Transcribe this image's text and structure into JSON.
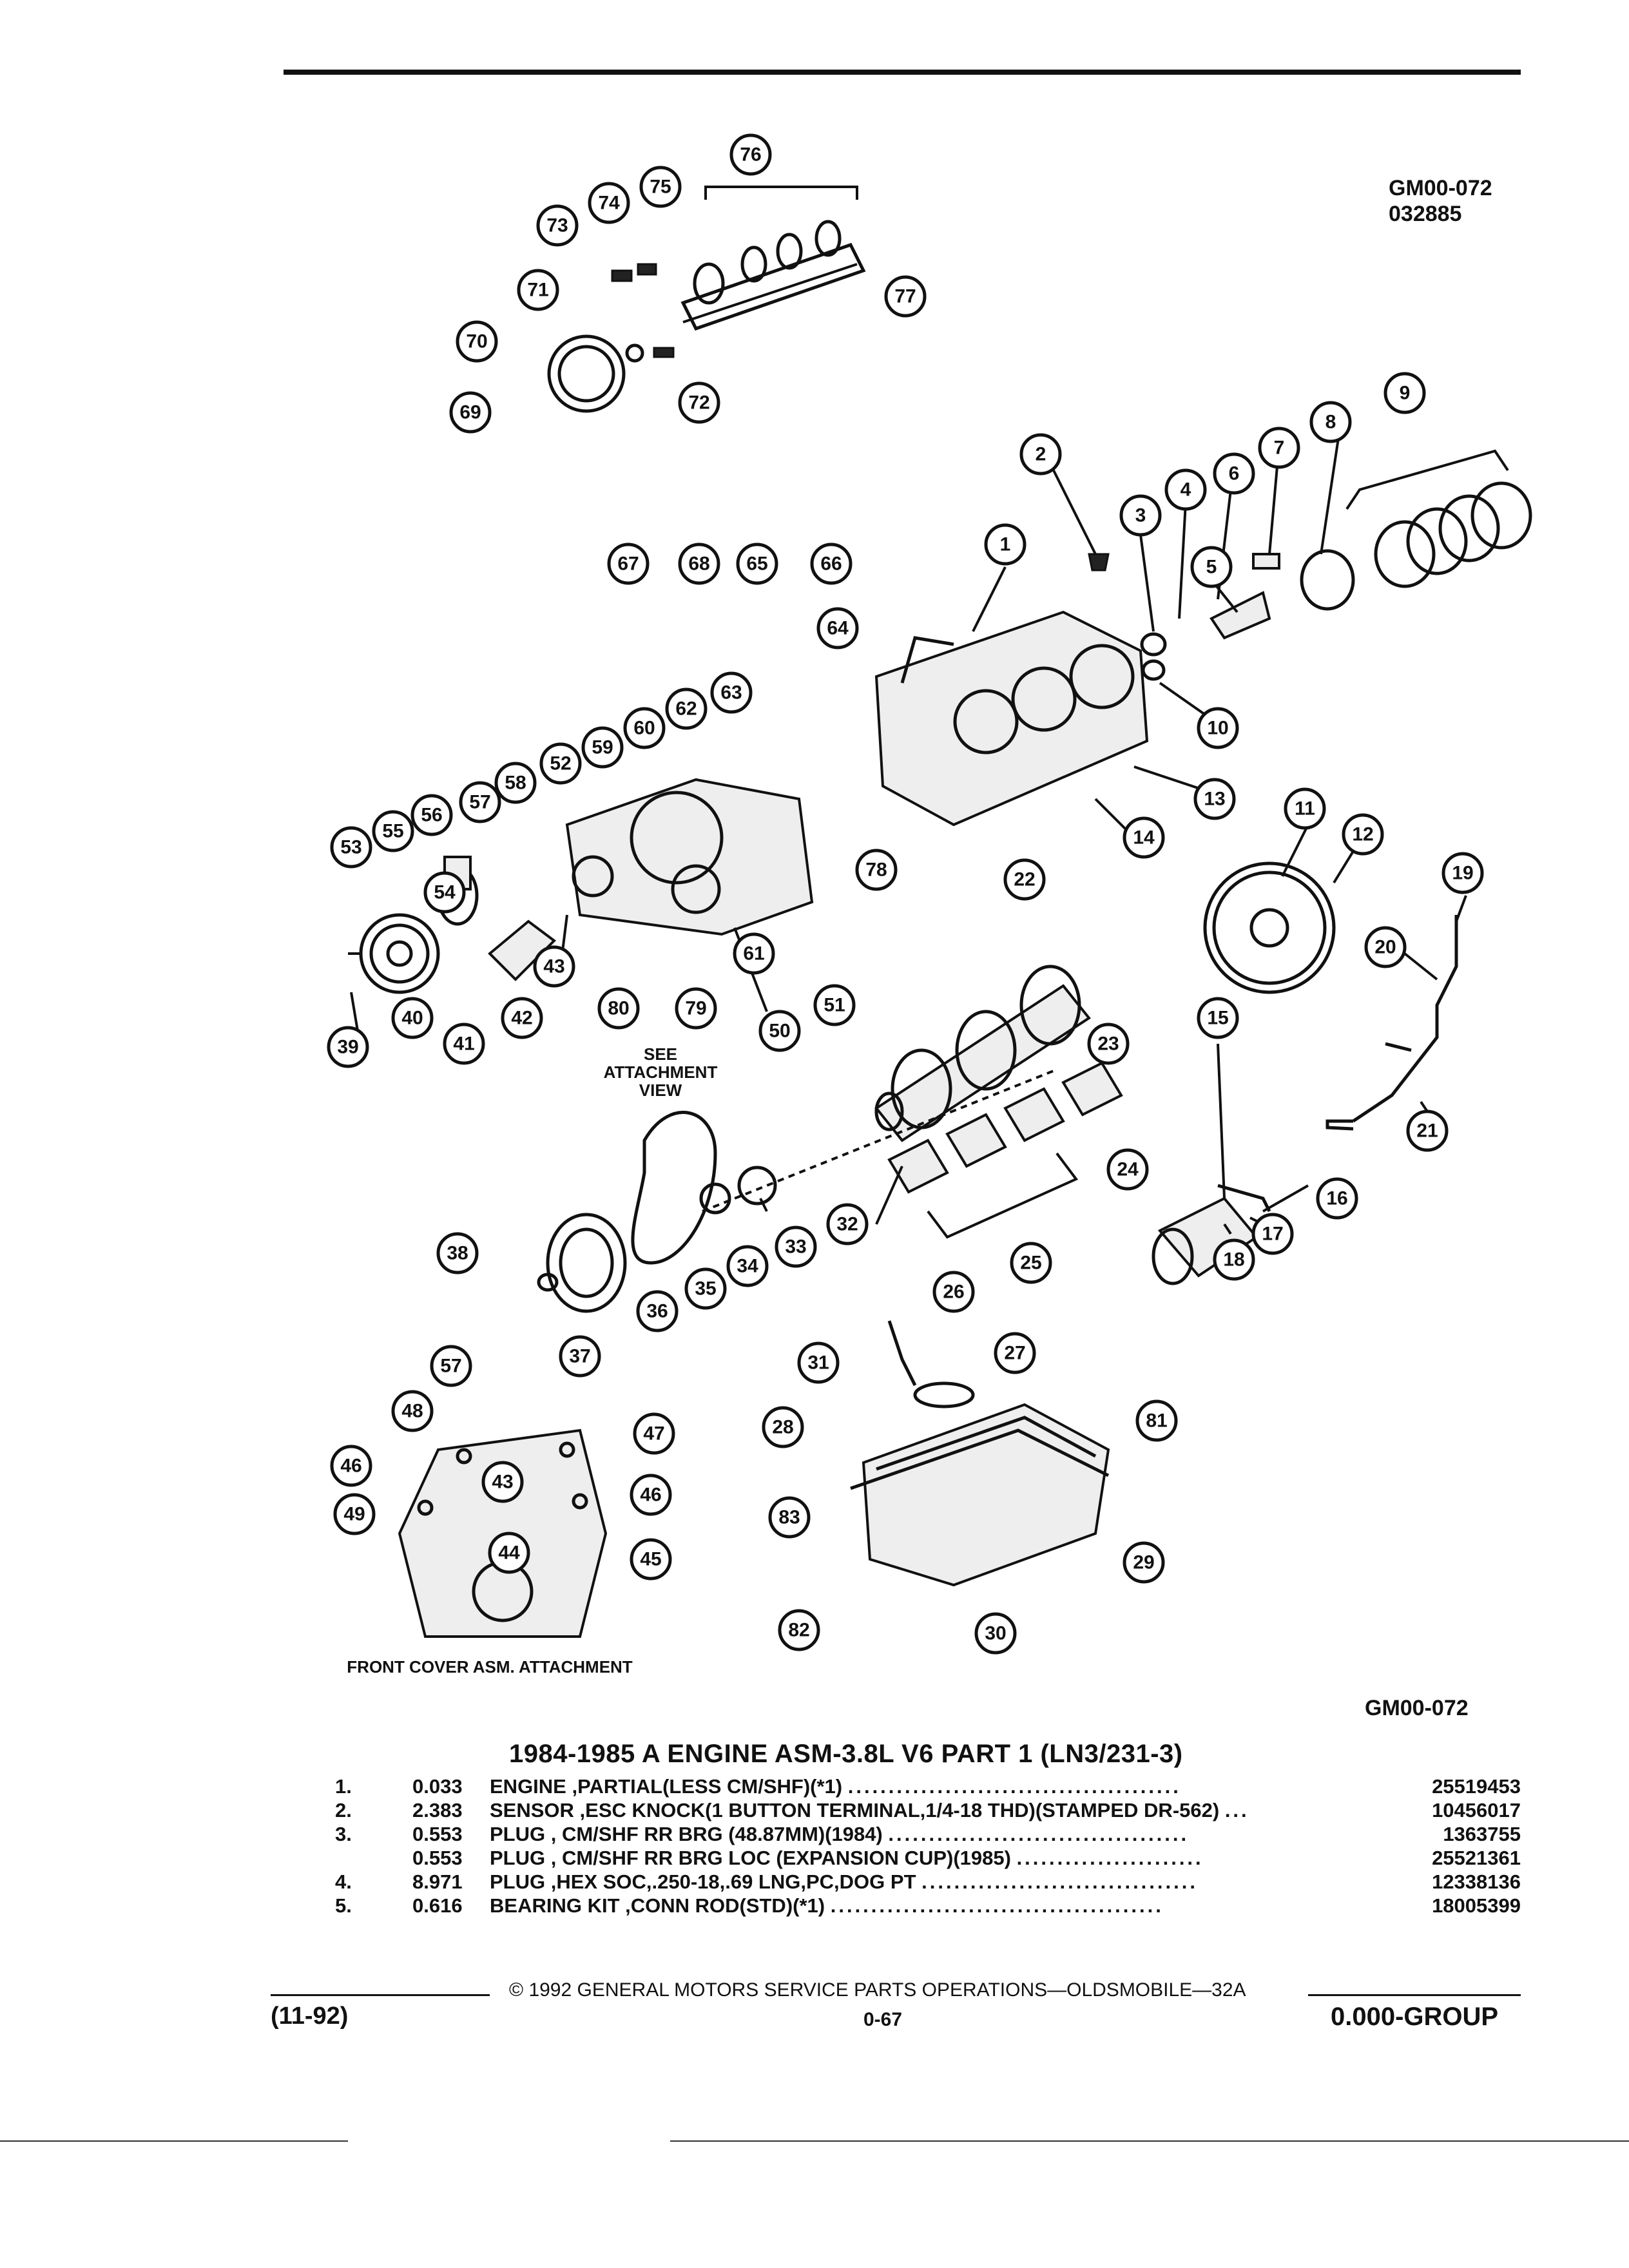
{
  "header": {
    "ref_code": "GM00-072",
    "date_code": "032885"
  },
  "diagram": {
    "see_attachment_label": "SEE ATTACHMENT VIEW",
    "front_cover_label": "FRONT COVER ASM. ATTACHMENT",
    "callouts": [
      "1",
      "2",
      "3",
      "4",
      "5",
      "6",
      "7",
      "8",
      "9",
      "10",
      "11",
      "12",
      "13",
      "14",
      "15",
      "16",
      "17",
      "18",
      "19",
      "20",
      "21",
      "22",
      "23",
      "24",
      "25",
      "26",
      "27",
      "28",
      "29",
      "30",
      "31",
      "32",
      "33",
      "34",
      "35",
      "36",
      "37",
      "38",
      "39",
      "40",
      "41",
      "42",
      "43",
      "44",
      "45",
      "46",
      "47",
      "48",
      "49",
      "50",
      "51",
      "52",
      "53",
      "54",
      "55",
      "56",
      "57",
      "58",
      "59",
      "60",
      "61",
      "62",
      "63",
      "64",
      "65",
      "66",
      "67",
      "68",
      "69",
      "70",
      "71",
      "72",
      "73",
      "74",
      "75",
      "76",
      "77",
      "78",
      "79",
      "80",
      "81",
      "82",
      "83"
    ]
  },
  "bottom_ref": "GM00-072",
  "table": {
    "title": "1984-1985 A ENGINE ASM-3.8L V6 PART 1 (LN3/231-3)",
    "rows": [
      {
        "item": "1.",
        "qty": "0.033",
        "desc": "ENGINE ,PARTIAL(LESS CM/SHF)(*1)",
        "part": "25519453"
      },
      {
        "item": "2.",
        "qty": "2.383",
        "desc": "SENSOR ,ESC KNOCK(1 BUTTON TERMINAL,1/4-18 THD)(STAMPED DR-562)",
        "part": "10456017"
      },
      {
        "item": "3.",
        "qty": "0.553",
        "desc": "PLUG , CM/SHF RR BRG (48.87MM)(1984)",
        "part": "1363755"
      },
      {
        "item": "",
        "qty": "0.553",
        "desc": "PLUG , CM/SHF RR BRG LOC (EXPANSION CUP)(1985)",
        "part": "25521361"
      },
      {
        "item": "4.",
        "qty": "8.971",
        "desc": "PLUG ,HEX SOC,.250-18,.69 LNG,PC,DOG PT",
        "part": "12338136"
      },
      {
        "item": "5.",
        "qty": "0.616",
        "desc": "BEARING KIT ,CONN ROD(STD)(*1)",
        "part": "18005399"
      }
    ]
  },
  "footer": {
    "copyright": "© 1992 GENERAL MOTORS SERVICE PARTS OPERATIONS—OLDSMOBILE—32A",
    "date": "(11-92)",
    "page": "0-67",
    "group": "0.000-GROUP"
  }
}
